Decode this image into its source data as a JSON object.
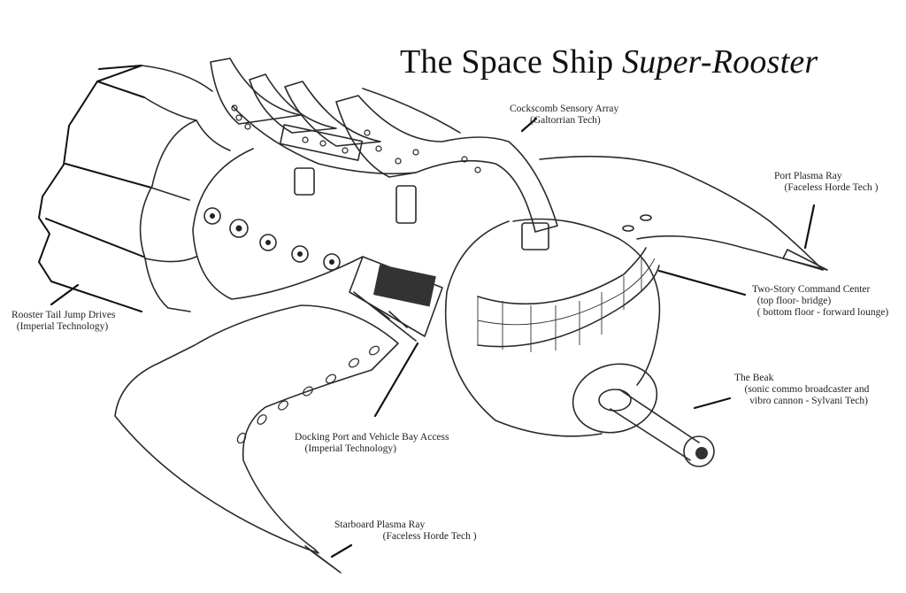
{
  "title": {
    "prefix": "The Space Ship ",
    "ship_name": "Super-Rooster"
  },
  "callouts": [
    {
      "id": "cockscomb",
      "lines": [
        "Cockscomb Sensory Array",
        "        (Galtorrian Tech)"
      ]
    },
    {
      "id": "port-plasma-ray",
      "lines": [
        "Port Plasma Ray",
        "    (Faceless Horde Tech )"
      ]
    },
    {
      "id": "command-center",
      "lines": [
        "Two-Story Command Center",
        "  (top floor- bridge)",
        "  ( bottom floor - forward lounge)"
      ]
    },
    {
      "id": "beak",
      "lines": [
        "The Beak",
        "    (sonic commo broadcaster and",
        "      vibro cannon - Sylvani Tech)"
      ]
    },
    {
      "id": "tail-drives",
      "lines": [
        "Rooster Tail Jump Drives",
        "  (Imperial Technology)"
      ]
    },
    {
      "id": "docking-port",
      "lines": [
        "Docking Port and Vehicle Bay Access",
        "    (Imperial Technology)"
      ]
    },
    {
      "id": "starboard-plasma-ray",
      "lines": [
        "Starboard Plasma Ray",
        "                   (Faceless Horde Tech )"
      ]
    }
  ]
}
